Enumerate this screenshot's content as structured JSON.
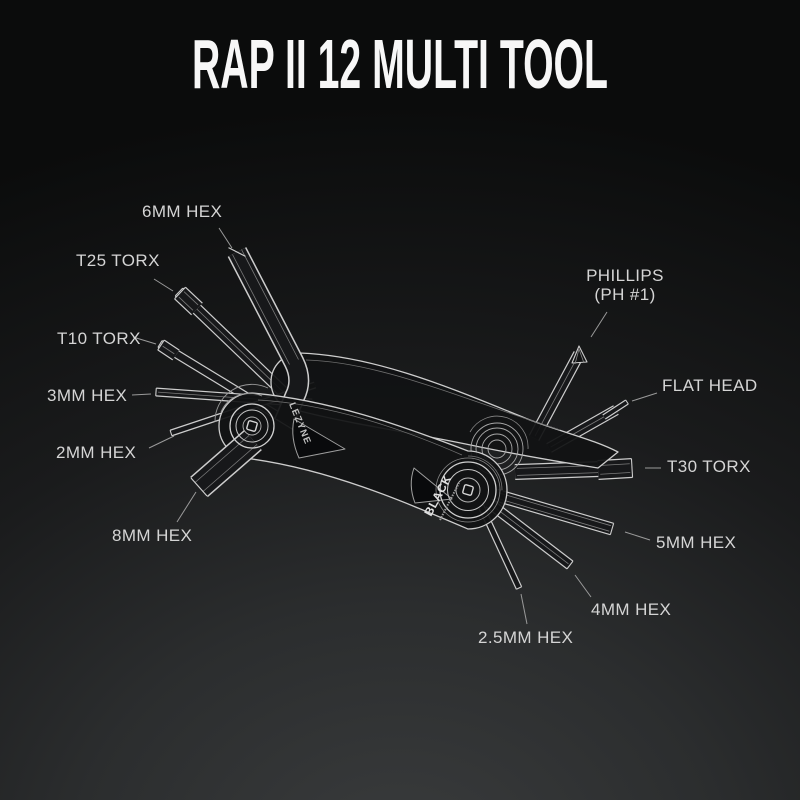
{
  "title": "RAP II 12 MULTI TOOL",
  "tool": {
    "engraving_left": "LEZYNE",
    "engraving_right": "BLACK"
  },
  "colors": {
    "background_top": "#0b0c0c",
    "background_bottom": "#3a3c3d",
    "line_art": "#cdcdcd",
    "label_text": "#d5d5d5",
    "leader_line": "#9a9a9a",
    "title_text": "#f7f7f7"
  },
  "labels": [
    {
      "id": "6mm-hex",
      "text": "6MM HEX"
    },
    {
      "id": "t25-torx",
      "text": "T25 TORX"
    },
    {
      "id": "t10-torx",
      "text": "T10 TORX"
    },
    {
      "id": "3mm-hex",
      "text": "3MM HEX"
    },
    {
      "id": "2mm-hex",
      "text": "2MM HEX"
    },
    {
      "id": "8mm-hex",
      "text": "8MM HEX"
    },
    {
      "id": "2-5mm-hex",
      "text": "2.5MM HEX"
    },
    {
      "id": "4mm-hex",
      "text": "4MM HEX"
    },
    {
      "id": "5mm-hex",
      "text": "5MM HEX"
    },
    {
      "id": "t30-torx",
      "text": "T30 TORX"
    },
    {
      "id": "flat-head",
      "text": "FLAT HEAD"
    },
    {
      "id": "phillips",
      "text": "PHILLIPS",
      "sub": "(PH #1)"
    }
  ]
}
